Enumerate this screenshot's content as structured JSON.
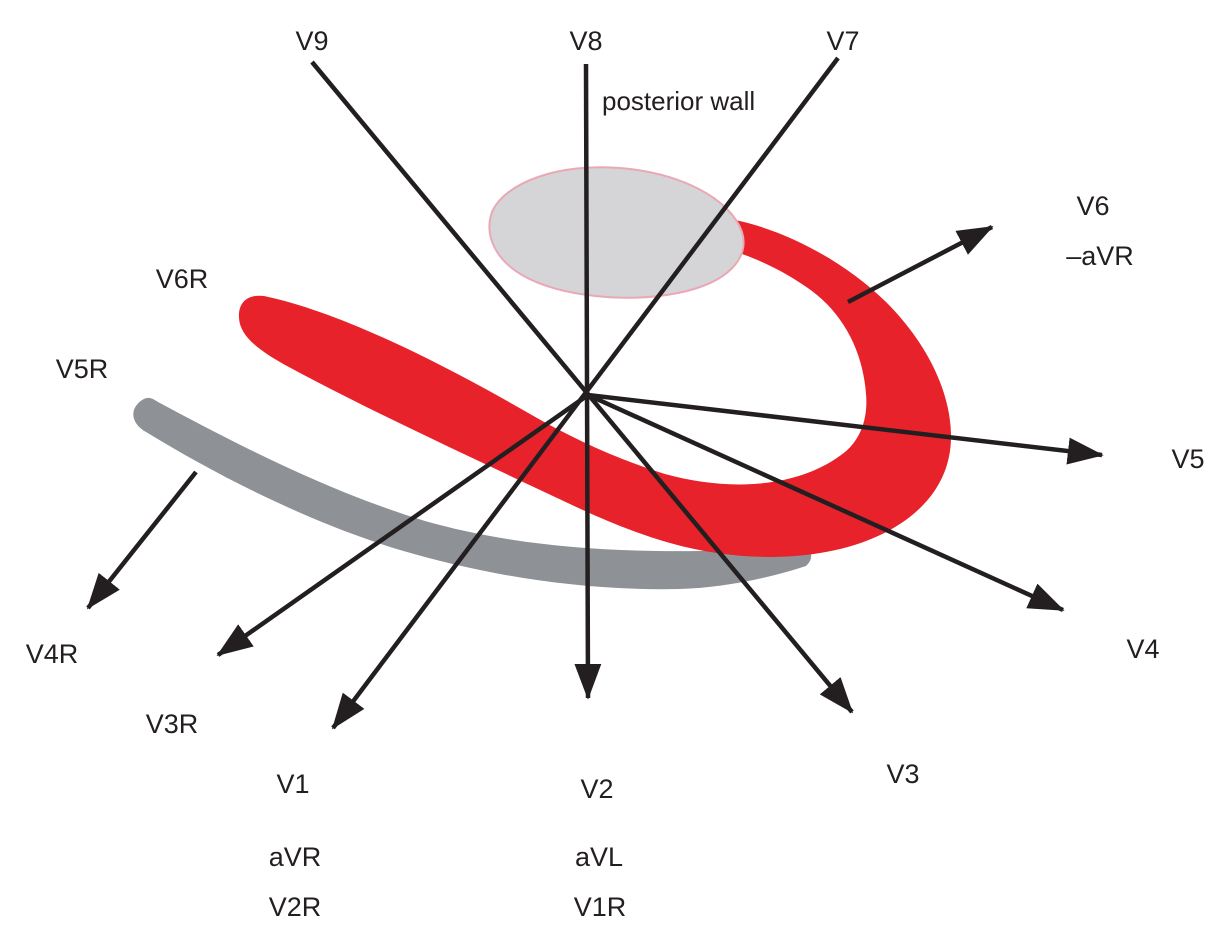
{
  "diagram": {
    "labels": {
      "v9": "V9",
      "v8": "V8",
      "posterior_wall": "posterior wall",
      "v7": "V7",
      "v6": "V6",
      "neg_avr": "–aVR",
      "v5": "V5",
      "v4": "V4",
      "v3": "V3",
      "v2": "V2",
      "avl": "aVL",
      "v1r": "V1R",
      "v1": "V1",
      "avr": "aVR",
      "v2r": "V2R",
      "v3r": "V3R",
      "v4r": "V4R",
      "v5r": "V5R",
      "v6r": "V6R"
    },
    "colors": {
      "red": "#e8222b",
      "gray": "#8e9296",
      "light_gray": "#d5d5d8",
      "pink_outline": "#e9a9b4",
      "line": "#231f20",
      "background": "#ffffff"
    }
  }
}
